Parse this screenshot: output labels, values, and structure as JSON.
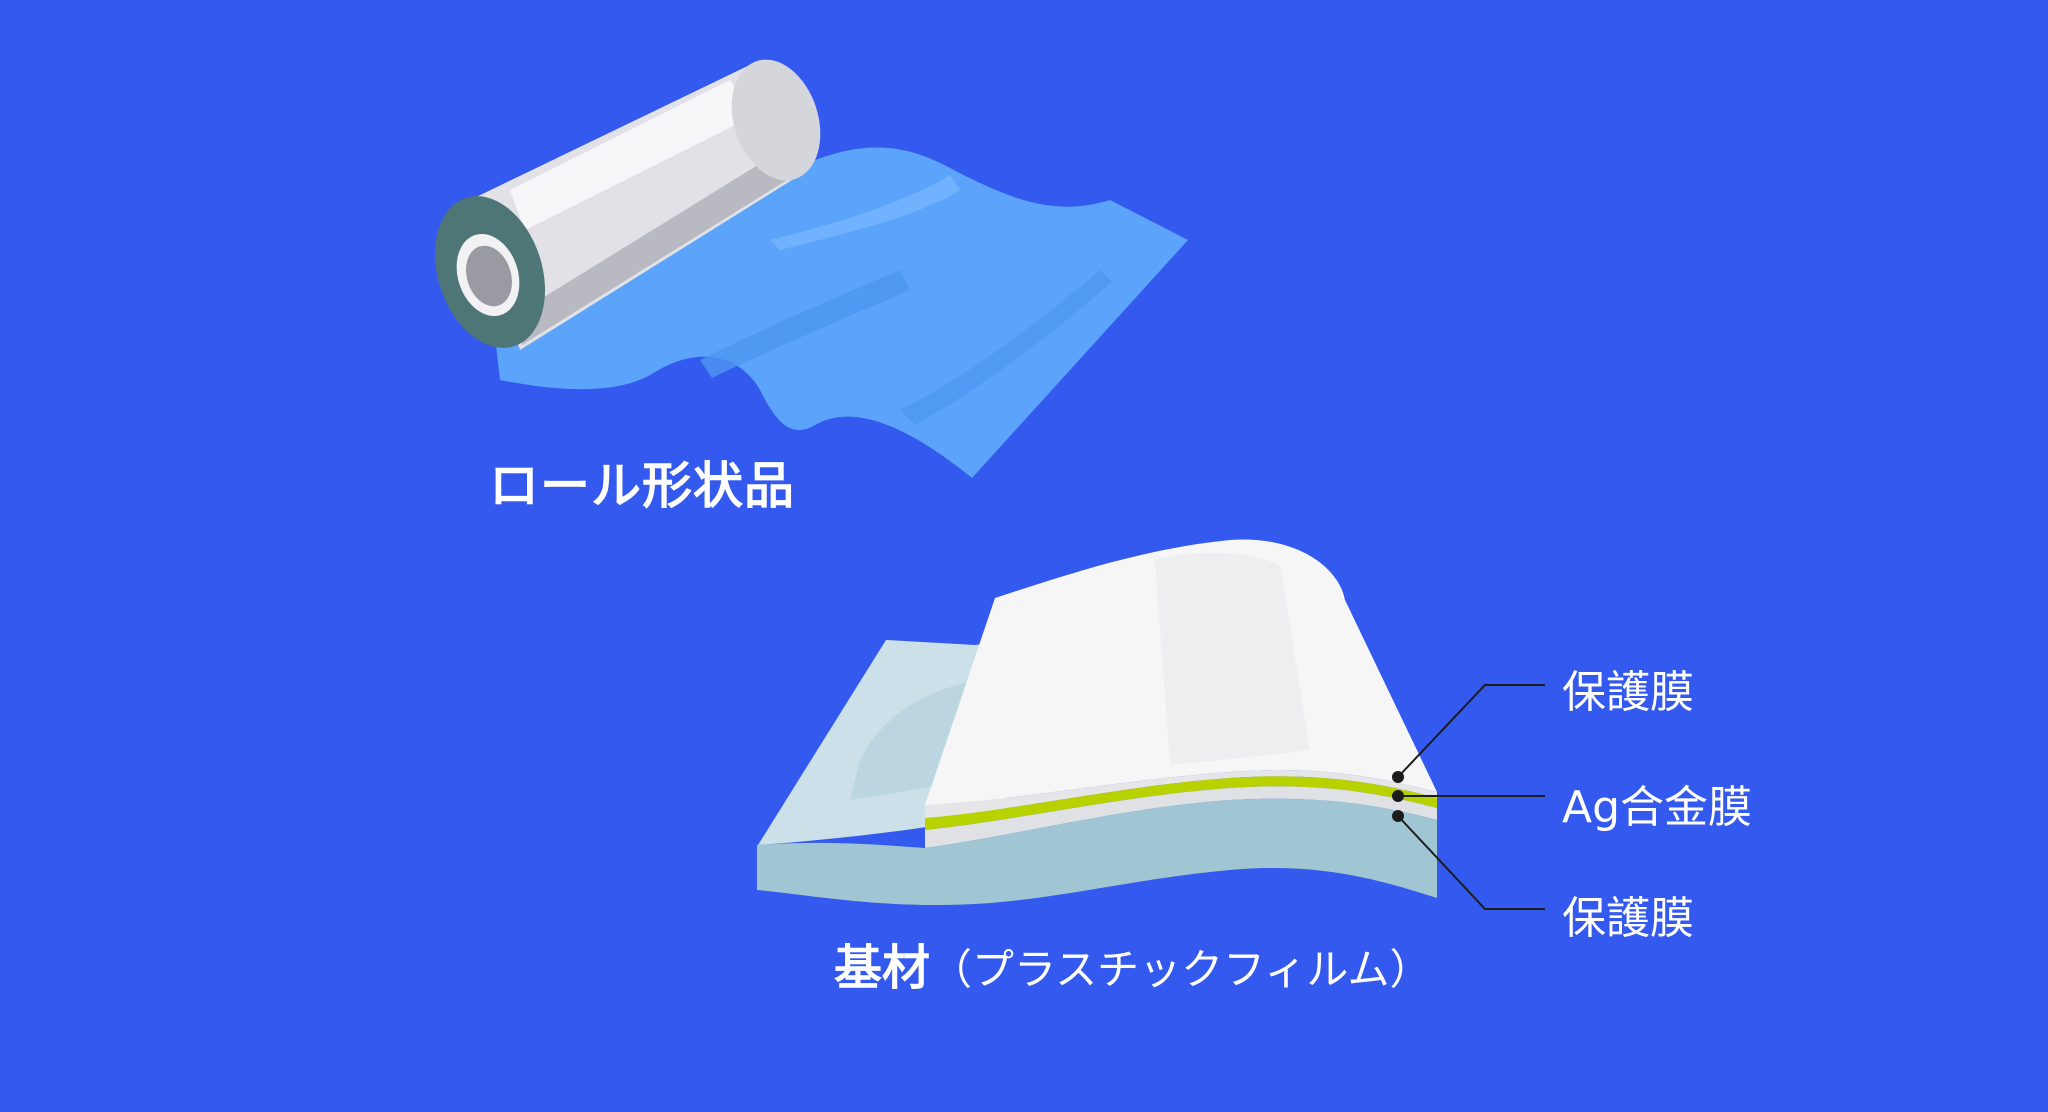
{
  "roll": {
    "caption": "ロール形状品"
  },
  "film_section": {
    "base_caption_main": "基材",
    "base_caption_sub": "（プラスチックフィルム）",
    "layers": [
      {
        "label": "保護膜"
      },
      {
        "label": "Ag合金膜"
      },
      {
        "label": "保護膜"
      }
    ]
  },
  "colors": {
    "background": "#3359ef",
    "film_blue": "#5ba3fb",
    "roll_silver": "#e9e9ee",
    "roll_core": "#4f7677",
    "protective_film": "#f6f6f7",
    "ag_alloy": "#b8d200",
    "substrate": "#9fc6d2"
  }
}
